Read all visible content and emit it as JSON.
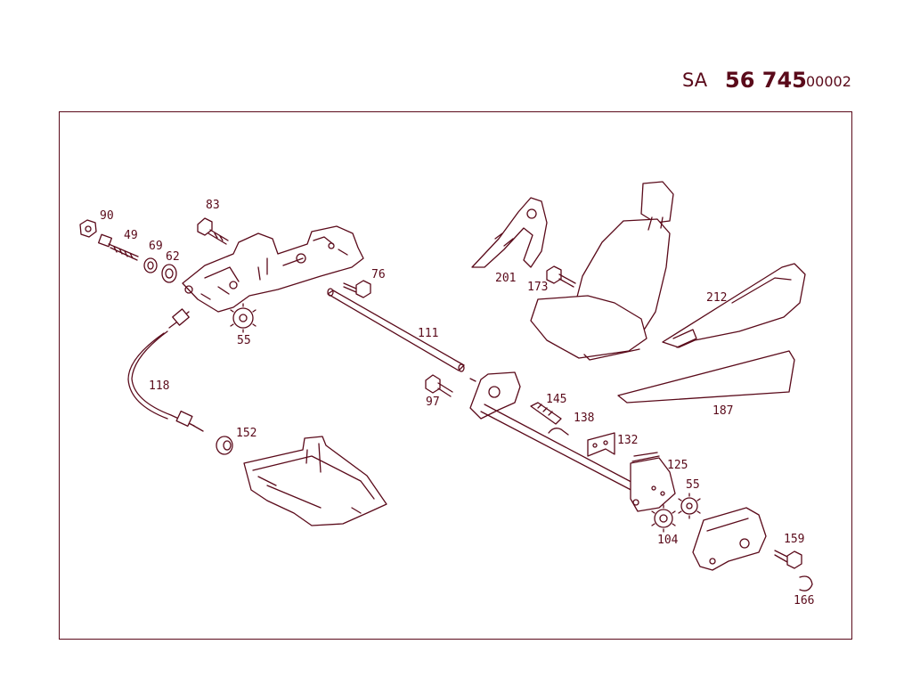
{
  "header": {
    "prefix": "SA",
    "number": "56 745",
    "suffix": "00002"
  },
  "callouts": [
    {
      "id": "90",
      "label": "90"
    },
    {
      "id": "49",
      "label": "49"
    },
    {
      "id": "69",
      "label": "69"
    },
    {
      "id": "62",
      "label": "62"
    },
    {
      "id": "83",
      "label": "83"
    },
    {
      "id": "55a",
      "label": "55"
    },
    {
      "id": "76",
      "label": "76"
    },
    {
      "id": "111",
      "label": "111"
    },
    {
      "id": "118",
      "label": "118"
    },
    {
      "id": "97",
      "label": "97"
    },
    {
      "id": "152",
      "label": "152"
    },
    {
      "id": "201",
      "label": "201"
    },
    {
      "id": "173",
      "label": "173"
    },
    {
      "id": "212",
      "label": "212"
    },
    {
      "id": "187",
      "label": "187"
    },
    {
      "id": "145",
      "label": "145"
    },
    {
      "id": "138",
      "label": "138"
    },
    {
      "id": "132",
      "label": "132"
    },
    {
      "id": "125",
      "label": "125"
    },
    {
      "id": "55b",
      "label": "55"
    },
    {
      "id": "104",
      "label": "104"
    },
    {
      "id": "159",
      "label": "159"
    },
    {
      "id": "166",
      "label": "166"
    }
  ]
}
